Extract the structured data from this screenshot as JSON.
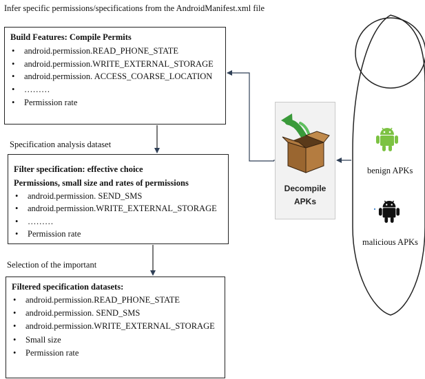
{
  "top_caption": "Infer specific permissions/specifications from the AndroidManifest.xml file",
  "box1": {
    "title": "Build Features: Compile Permits",
    "items": [
      "android.permission.READ_PHONE_STATE",
      "android.permission.WRITE_EXTERNAL_STORAGE",
      "android.permission. ACCESS_COARSE_LOCATION",
      "………",
      "Permission rate"
    ]
  },
  "caption2": "Specification analysis dataset",
  "box2": {
    "title_line1": "Filter specification: effective choice",
    "title_line2": "Permissions, small size and rates of permissions",
    "items": [
      "android.permission. SEND_SMS",
      "android.permission.WRITE_EXTERNAL_STORAGE",
      "………",
      "Permission rate"
    ]
  },
  "caption3": "Selection of the important",
  "box3": {
    "title": "Filtered specification datasets:",
    "items": [
      "android.permission.READ_PHONE_STATE",
      "android.permission. SEND_SMS",
      "android.permission.WRITE_EXTERNAL_STORAGE",
      "Small size",
      "Permission rate"
    ]
  },
  "decompile_label": "Decompile\nAPKs",
  "benign_label": "benign APKs",
  "malicious_label": "malicious APKs",
  "icons": {
    "decompile": "open-box-with-green-arrow-icon",
    "benign": "android-robot-icon",
    "malicious": "android-robot-icon"
  },
  "colors": {
    "android_benign": "#7cc242",
    "android_malicious": "#111111",
    "box_brown": "#8a5a2b",
    "arrow_green": "#3a9a3a"
  }
}
